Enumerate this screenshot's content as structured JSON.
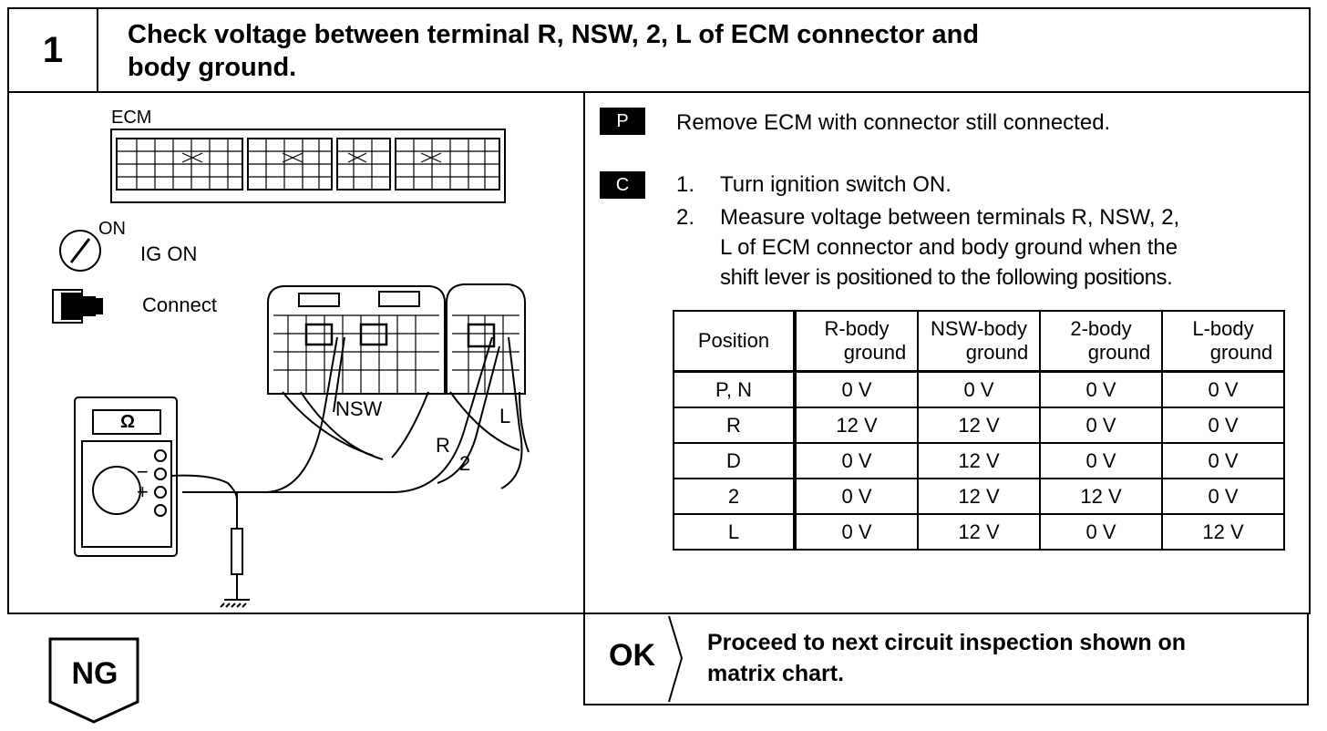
{
  "header": {
    "step_number": "1",
    "title_line1": "Check voltage between terminal R, NSW, 2, L of ECM connector and",
    "title_line2": "body ground."
  },
  "diagram": {
    "ecm_label": "ECM",
    "ig_on_superscript": "ON",
    "ig_on_label": "IG ON",
    "connect_label": "Connect",
    "meter_symbol": "Ω",
    "terminal_nsw": "NSW",
    "terminal_r": "R",
    "terminal_2": "2",
    "terminal_l": "L",
    "minus_sign": "−",
    "plus_sign": "+"
  },
  "instructions": {
    "p_tag": "P",
    "p_text": "Remove ECM with connector still connected.",
    "c_tag": "C",
    "step1_num": "1.",
    "step1_text": "Turn ignition switch ON.",
    "step2_num": "2.",
    "step2_line1": "Measure voltage between terminals R, NSW, 2,",
    "step2_line2": "L of ECM connector and body ground when the",
    "step2_line3": "shift lever is positioned to the following positions."
  },
  "table": {
    "headers": [
      {
        "l1": "Position",
        "l2": ""
      },
      {
        "l1": "R-body",
        "l2": "ground"
      },
      {
        "l1": "NSW-body",
        "l2": "ground"
      },
      {
        "l1": "2-body",
        "l2": "ground"
      },
      {
        "l1": "L-body",
        "l2": "ground"
      }
    ],
    "rows": [
      [
        "P, N",
        "0 V",
        "0 V",
        "0 V",
        "0 V"
      ],
      [
        "R",
        "12 V",
        "12 V",
        "0 V",
        "0 V"
      ],
      [
        "D",
        "0 V",
        "12 V",
        "0 V",
        "0 V"
      ],
      [
        "2",
        "0 V",
        "12 V",
        "12 V",
        "0 V"
      ],
      [
        "L",
        "0 V",
        "12 V",
        "0 V",
        "12 V"
      ]
    ]
  },
  "ok": {
    "label": "OK",
    "text_line1": "Proceed to next circuit inspection shown on",
    "text_line2": "matrix chart."
  },
  "ng": {
    "label": "NG"
  }
}
